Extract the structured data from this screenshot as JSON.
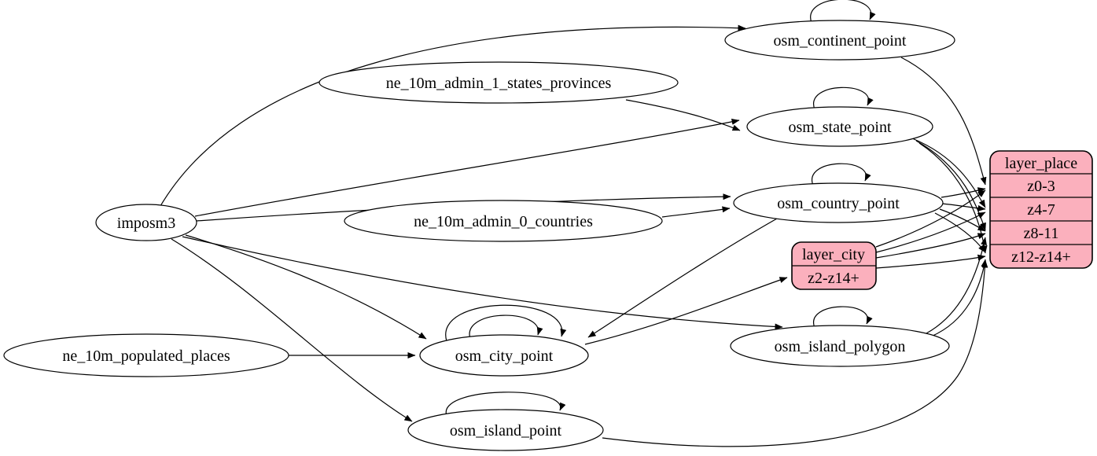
{
  "diagram": {
    "kind": "graphviz-digraph-etl",
    "background_color": "#ffffff",
    "node_fill_color": "#ffffff",
    "record_fill_color": "#fbb0bd",
    "edge_color": "#000000"
  },
  "nodes": {
    "imposm3": {
      "label": "imposm3",
      "shape": "ellipse"
    },
    "ne_10m_admin_1_states_provinces": {
      "label": "ne_10m_admin_1_states_provinces",
      "shape": "ellipse"
    },
    "ne_10m_admin_0_countries": {
      "label": "ne_10m_admin_0_countries",
      "shape": "ellipse"
    },
    "ne_10m_populated_places": {
      "label": "ne_10m_populated_places",
      "shape": "ellipse"
    },
    "osm_continent_point": {
      "label": "osm_continent_point",
      "shape": "ellipse"
    },
    "osm_state_point": {
      "label": "osm_state_point",
      "shape": "ellipse"
    },
    "osm_country_point": {
      "label": "osm_country_point",
      "shape": "ellipse"
    },
    "osm_city_point": {
      "label": "osm_city_point",
      "shape": "ellipse"
    },
    "osm_island_polygon": {
      "label": "osm_island_polygon",
      "shape": "ellipse"
    },
    "osm_island_point": {
      "label": "osm_island_point",
      "shape": "ellipse"
    },
    "layer_city": {
      "label": "layer_city",
      "shape": "record",
      "fill": "#fbb0bd",
      "rows": [
        "z2-z14+"
      ]
    },
    "layer_place": {
      "label": "layer_place",
      "shape": "record",
      "fill": "#fbb0bd",
      "rows": [
        "z0-3",
        "z4-7",
        "z8-11",
        "z12-z14+"
      ]
    }
  },
  "edges": [
    {
      "from": "imposm3",
      "to": "osm_continent_point"
    },
    {
      "from": "imposm3",
      "to": "osm_state_point"
    },
    {
      "from": "imposm3",
      "to": "osm_country_point"
    },
    {
      "from": "imposm3",
      "to": "osm_city_point"
    },
    {
      "from": "imposm3",
      "to": "osm_island_polygon"
    },
    {
      "from": "imposm3",
      "to": "osm_island_point"
    },
    {
      "from": "ne_10m_admin_1_states_provinces",
      "to": "osm_state_point"
    },
    {
      "from": "ne_10m_admin_0_countries",
      "to": "osm_country_point"
    },
    {
      "from": "ne_10m_populated_places",
      "to": "osm_city_point"
    },
    {
      "from": "osm_continent_point",
      "to": "osm_continent_point"
    },
    {
      "from": "osm_state_point",
      "to": "osm_state_point"
    },
    {
      "from": "osm_country_point",
      "to": "osm_country_point"
    },
    {
      "from": "osm_city_point",
      "to": "osm_city_point"
    },
    {
      "from": "osm_city_point",
      "to": "osm_city_point"
    },
    {
      "from": "osm_island_polygon",
      "to": "osm_island_polygon"
    },
    {
      "from": "osm_island_point",
      "to": "osm_island_point"
    },
    {
      "from": "osm_country_point",
      "to": "osm_city_point"
    },
    {
      "from": "osm_city_point",
      "to": "layer_city",
      "to_port": "z2-z14+"
    },
    {
      "from": "osm_continent_point",
      "to": "layer_place",
      "to_port": "z0-3"
    },
    {
      "from": "osm_state_point",
      "to": "layer_place",
      "to_port": "z4-7"
    },
    {
      "from": "osm_state_point",
      "to": "layer_place",
      "to_port": "z8-11"
    },
    {
      "from": "osm_state_point",
      "to": "layer_place",
      "to_port": "z12-z14+"
    },
    {
      "from": "osm_country_point",
      "to": "layer_place",
      "to_port": "z0-3"
    },
    {
      "from": "osm_country_point",
      "to": "layer_place",
      "to_port": "z4-7"
    },
    {
      "from": "osm_country_point",
      "to": "layer_place",
      "to_port": "z8-11"
    },
    {
      "from": "osm_country_point",
      "to": "layer_place",
      "to_port": "z12-z14+"
    },
    {
      "from": "layer_city",
      "to": "layer_place",
      "to_port": "z0-3"
    },
    {
      "from": "layer_city",
      "to": "layer_place",
      "to_port": "z4-7"
    },
    {
      "from": "layer_city",
      "to": "layer_place",
      "to_port": "z8-11"
    },
    {
      "from": "layer_city",
      "to": "layer_place",
      "to_port": "z12-z14+"
    },
    {
      "from": "osm_island_polygon",
      "to": "layer_place",
      "to_port": "z8-11"
    },
    {
      "from": "osm_island_polygon",
      "to": "layer_place",
      "to_port": "z12-z14+"
    },
    {
      "from": "osm_island_point",
      "to": "layer_place",
      "to_port": "z12-z14+"
    }
  ]
}
